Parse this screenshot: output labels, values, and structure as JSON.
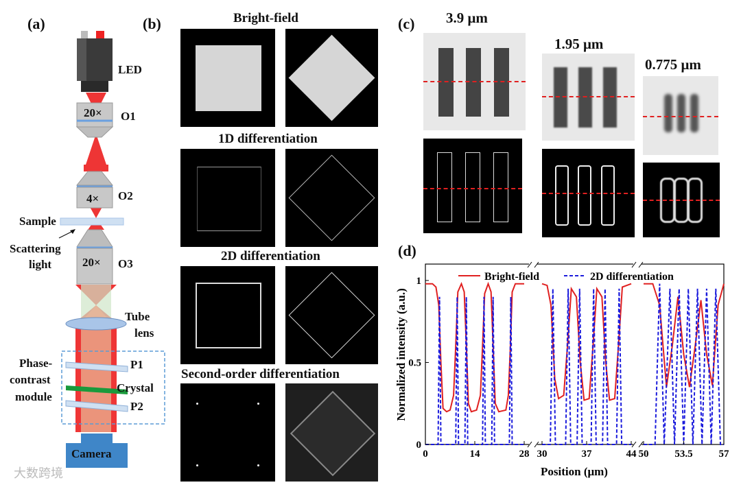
{
  "panels": {
    "a": {
      "letter": "(a)",
      "labels": {
        "led": "LED",
        "o1_mag": "20×",
        "o1": "O1",
        "o2_mag": "4×",
        "o2": "O2",
        "sample": "Sample",
        "scattering": "Scattering",
        "light": "light",
        "o3_mag": "20×",
        "o3": "O3",
        "tube": "Tube",
        "lens": "lens",
        "phase": "Phase-",
        "contrast": "contrast",
        "module": "module",
        "p1": "P1",
        "crystal": "Crystal",
        "p2": "P2",
        "camera": "Camera"
      },
      "colors": {
        "beam": "#ee2b2b",
        "lens": "#a9c5e8",
        "crystal": "#1a9a3c",
        "camera": "#3f86c8",
        "objective": "#c8c8c8"
      }
    },
    "b": {
      "letter": "(b)",
      "rows": [
        {
          "title": "Bright-field"
        },
        {
          "title": "1D differentiation"
        },
        {
          "title": "2D differentiation"
        },
        {
          "title": "Second-order differentiation"
        }
      ]
    },
    "c": {
      "letter": "(c)",
      "sizes": [
        "3.9 μm",
        "1.95 μm",
        "0.775 μm"
      ]
    },
    "d": {
      "letter": "(d)",
      "watermark": "大数跨境"
    }
  },
  "chart_data": {
    "type": "line",
    "xlabel": "Position (μm)",
    "ylabel": "Normalized intensity (a.u.)",
    "ylim": [
      0,
      1.1
    ],
    "y_ticks": [
      "0",
      "0.5",
      "1"
    ],
    "x_segments": [
      {
        "xlim": [
          0,
          28
        ],
        "ticks": [
          "0",
          "14",
          "28"
        ]
      },
      {
        "xlim": [
          30,
          44
        ],
        "ticks": [
          "30",
          "37",
          "44"
        ]
      },
      {
        "xlim": [
          50,
          57
        ],
        "ticks": [
          "50",
          "53.5",
          "57"
        ]
      }
    ],
    "legend_position": "top",
    "series": [
      {
        "name": "Bright-field",
        "color": "#e02020",
        "style": "solid",
        "segments": [
          [
            [
              0,
              0.98
            ],
            [
              2,
              0.98
            ],
            [
              3,
              0.96
            ],
            [
              3.8,
              0.85
            ],
            [
              4.4,
              0.5
            ],
            [
              5,
              0.22
            ],
            [
              6,
              0.2
            ],
            [
              7,
              0.21
            ],
            [
              8,
              0.3
            ],
            [
              8.6,
              0.6
            ],
            [
              9.2,
              0.93
            ],
            [
              10.2,
              0.98
            ],
            [
              11,
              0.93
            ],
            [
              11.6,
              0.6
            ],
            [
              12.2,
              0.25
            ],
            [
              13,
              0.2
            ],
            [
              14.5,
              0.21
            ],
            [
              15.6,
              0.3
            ],
            [
              16.2,
              0.6
            ],
            [
              16.8,
              0.92
            ],
            [
              17.8,
              0.98
            ],
            [
              18.6,
              0.93
            ],
            [
              19.2,
              0.6
            ],
            [
              19.8,
              0.25
            ],
            [
              20.8,
              0.2
            ],
            [
              22.8,
              0.21
            ],
            [
              23.5,
              0.3
            ],
            [
              24.1,
              0.6
            ],
            [
              24.6,
              0.93
            ],
            [
              25.5,
              0.98
            ],
            [
              28,
              0.98
            ]
          ],
          [
            [
              30,
              0.98
            ],
            [
              30.8,
              0.97
            ],
            [
              31.4,
              0.85
            ],
            [
              32,
              0.4
            ],
            [
              32.6,
              0.28
            ],
            [
              33.4,
              0.3
            ],
            [
              34,
              0.6
            ],
            [
              34.6,
              0.95
            ],
            [
              35.4,
              0.9
            ],
            [
              36,
              0.5
            ],
            [
              36.6,
              0.27
            ],
            [
              37.4,
              0.28
            ],
            [
              38,
              0.6
            ],
            [
              38.6,
              0.95
            ],
            [
              39.4,
              0.9
            ],
            [
              40,
              0.5
            ],
            [
              40.6,
              0.27
            ],
            [
              41.4,
              0.28
            ],
            [
              42,
              0.6
            ],
            [
              42.6,
              0.96
            ],
            [
              44,
              0.98
            ]
          ],
          [
            [
              50,
              0.98
            ],
            [
              50.8,
              0.98
            ],
            [
              51.4,
              0.85
            ],
            [
              52,
              0.35
            ],
            [
              52.5,
              0.6
            ],
            [
              53,
              0.9
            ],
            [
              53.5,
              0.55
            ],
            [
              54,
              0.35
            ],
            [
              54.5,
              0.6
            ],
            [
              55,
              0.88
            ],
            [
              55.5,
              0.55
            ],
            [
              56,
              0.36
            ],
            [
              56.5,
              0.85
            ],
            [
              57,
              0.98
            ]
          ]
        ]
      },
      {
        "name": "2D differentiation",
        "color": "#1a1adc",
        "style": "dashed",
        "segments": [
          [
            [
              0,
              0.0
            ],
            [
              3.6,
              0.0
            ],
            [
              4,
              0.9
            ],
            [
              4.4,
              0.0
            ],
            [
              8.6,
              0.0
            ],
            [
              9,
              0.9
            ],
            [
              9.4,
              0.0
            ],
            [
              11.2,
              0.0
            ],
            [
              11.6,
              0.9
            ],
            [
              12,
              0.0
            ],
            [
              16.2,
              0.0
            ],
            [
              16.6,
              0.9
            ],
            [
              17,
              0.0
            ],
            [
              18.8,
              0.0
            ],
            [
              19.2,
              0.9
            ],
            [
              19.6,
              0.0
            ],
            [
              23.8,
              0.0
            ],
            [
              24.2,
              0.9
            ],
            [
              24.6,
              0.0
            ],
            [
              28,
              0.0
            ]
          ],
          [
            [
              30,
              0.0
            ],
            [
              31.3,
              0.0
            ],
            [
              31.7,
              0.95
            ],
            [
              32.1,
              0.0
            ],
            [
              33.7,
              0.0
            ],
            [
              34.1,
              0.95
            ],
            [
              34.5,
              0.0
            ],
            [
              35.5,
              0.0
            ],
            [
              35.9,
              0.95
            ],
            [
              36.3,
              0.0
            ],
            [
              37.7,
              0.0
            ],
            [
              38.1,
              0.95
            ],
            [
              38.5,
              0.0
            ],
            [
              39.5,
              0.0
            ],
            [
              39.9,
              0.95
            ],
            [
              40.3,
              0.0
            ],
            [
              41.7,
              0.0
            ],
            [
              42.1,
              0.95
            ],
            [
              42.5,
              0.0
            ],
            [
              44,
              0.0
            ]
          ],
          [
            [
              50,
              0.0
            ],
            [
              51,
              0.0
            ],
            [
              51.4,
              0.98
            ],
            [
              51.8,
              0.0
            ],
            [
              52.3,
              0.95
            ],
            [
              52.7,
              0.0
            ],
            [
              53.1,
              0.95
            ],
            [
              53.5,
              0.0
            ],
            [
              53.9,
              0.95
            ],
            [
              54.3,
              0.0
            ],
            [
              54.7,
              0.95
            ],
            [
              55.1,
              0.0
            ],
            [
              55.5,
              0.95
            ],
            [
              55.9,
              0.0
            ],
            [
              56.3,
              0.95
            ],
            [
              56.7,
              0.0
            ],
            [
              57,
              0.0
            ]
          ]
        ]
      }
    ]
  }
}
